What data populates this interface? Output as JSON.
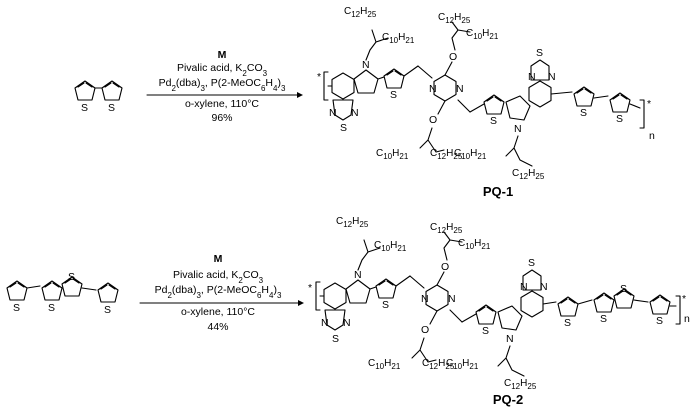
{
  "reaction_1": {
    "reagent": "M",
    "conditions": [
      "Pivalic acid, K2CO3",
      "Pd2(dba)3, P(2-MeOC6H4)3",
      "o-xylene, 110°C"
    ],
    "yield": "96%",
    "product_label": "PQ-1"
  },
  "reaction_2": {
    "reagent": "M",
    "conditions": [
      "Pivalic acid, K2CO3",
      "Pd2(dba)3, P(2-MeOC6H4)3",
      "o-xylene, 110°C"
    ],
    "yield": "44%",
    "product_label": "PQ-2"
  },
  "atoms": {
    "S": "S",
    "N": "N",
    "O": "O",
    "n": "n",
    "star": "*"
  },
  "chains": {
    "c12": "C12H25",
    "c10": "C10H21"
  }
}
